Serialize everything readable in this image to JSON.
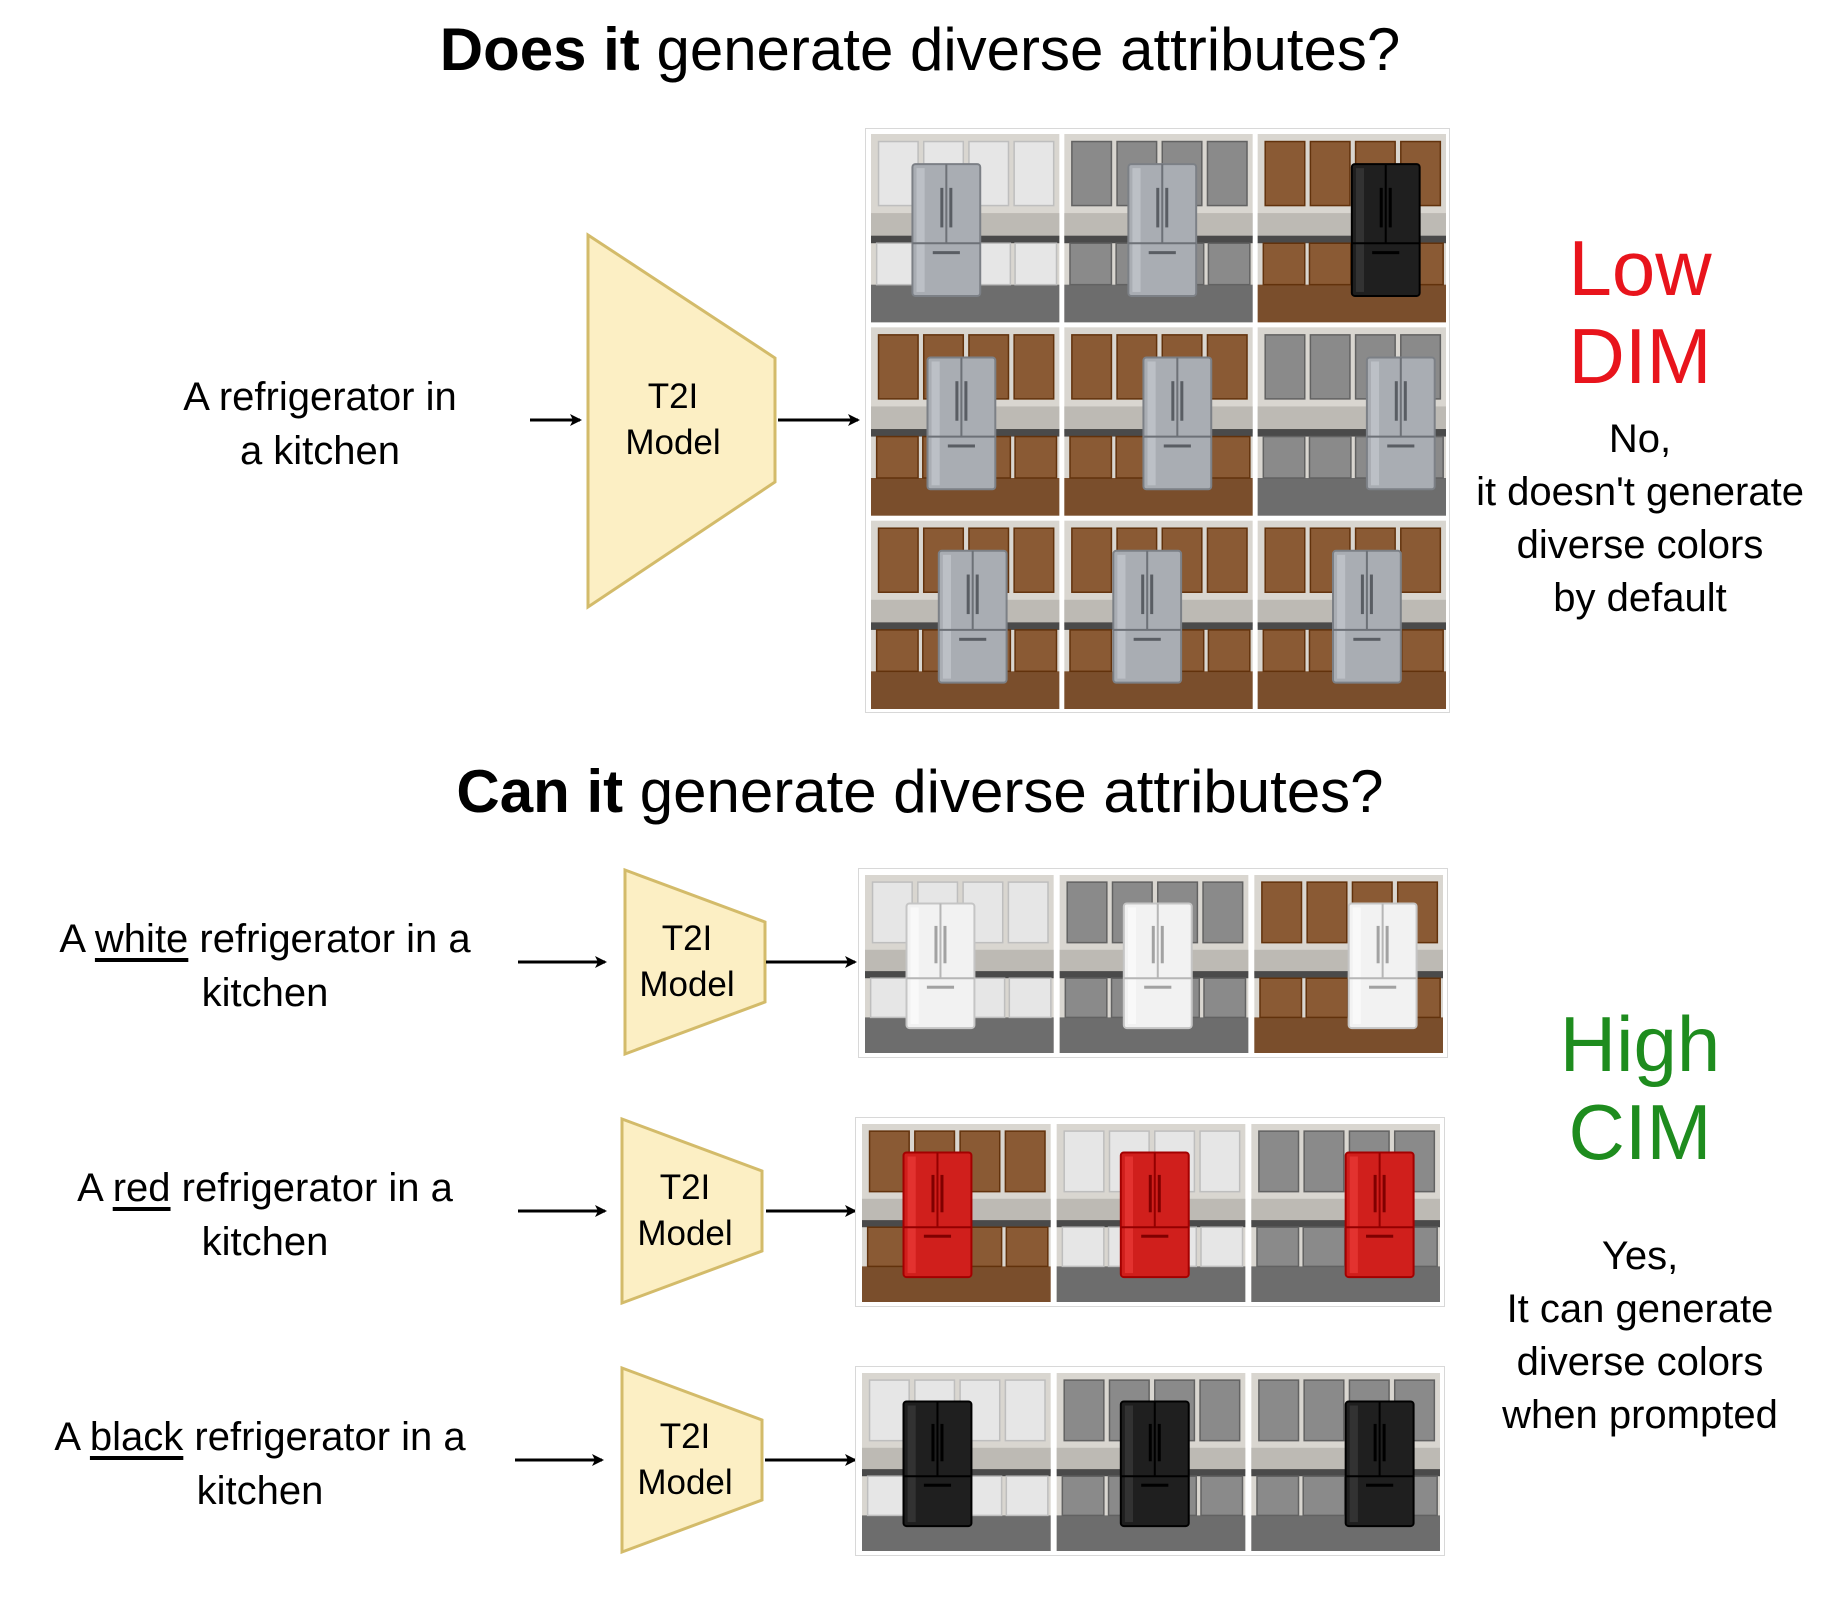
{
  "colors": {
    "low_red": "#e8141c",
    "high_green": "#1e8c1e",
    "model_fill": "#fcefc4",
    "model_stroke": "#d3bb6a",
    "fridge_stainless": "#a9adb3",
    "fridge_white": "#f2f2f2",
    "fridge_red": "#d01f1c",
    "fridge_black": "#1f1f1f",
    "cabinet_wood": "#8a5a34",
    "cabinet_gray": "#8a8a8a",
    "cabinet_white": "#e6e6e6"
  },
  "top": {
    "heading_bold": "Does it",
    "heading_rest": " generate diverse attributes?",
    "prompt_line1": "A refrigerator in",
    "prompt_line2": "a kitchen",
    "model_line1": "T2I",
    "model_line2": "Model",
    "metric_word1": "Low",
    "metric_word2": "DIM",
    "note_lines": [
      "No,",
      "it doesn't generate",
      "diverse colors",
      "by default"
    ]
  },
  "bottom": {
    "heading_bold": "Can it",
    "heading_rest": " generate diverse attributes?",
    "rows": [
      {
        "pre": "A ",
        "attr": "white",
        "post": " refrigerator in a",
        "line2": "kitchen",
        "model_line1": "T2I",
        "model_line2": "Model"
      },
      {
        "pre": "A ",
        "attr": "red",
        "post": " refrigerator in a",
        "line2": "kitchen",
        "model_line1": "T2I",
        "model_line2": "Model"
      },
      {
        "pre": "A ",
        "attr": "black",
        "post": " refrigerator in a",
        "line2": "kitchen",
        "model_line1": "T2I",
        "model_line2": "Model"
      }
    ],
    "metric_word1": "High",
    "metric_word2": "CIM",
    "note_lines": [
      "Yes,",
      "It can generate",
      "diverse colors",
      "when prompted"
    ]
  },
  "images": {
    "top_grid": [
      {
        "fridge": "stainless",
        "cabinet": "white"
      },
      {
        "fridge": "stainless",
        "cabinet": "gray"
      },
      {
        "fridge": "black",
        "cabinet": "wood"
      },
      {
        "fridge": "stainless",
        "cabinet": "wood"
      },
      {
        "fridge": "stainless",
        "cabinet": "wood"
      },
      {
        "fridge": "stainless",
        "cabinet": "gray"
      },
      {
        "fridge": "stainless",
        "cabinet": "wood"
      },
      {
        "fridge": "stainless",
        "cabinet": "wood"
      },
      {
        "fridge": "stainless",
        "cabinet": "wood"
      }
    ],
    "white_row": [
      {
        "fridge": "white",
        "cabinet": "white"
      },
      {
        "fridge": "white",
        "cabinet": "gray"
      },
      {
        "fridge": "white",
        "cabinet": "wood"
      }
    ],
    "red_row": [
      {
        "fridge": "red",
        "cabinet": "wood"
      },
      {
        "fridge": "red",
        "cabinet": "white"
      },
      {
        "fridge": "red",
        "cabinet": "gray"
      }
    ],
    "black_row": [
      {
        "fridge": "black",
        "cabinet": "white"
      },
      {
        "fridge": "black",
        "cabinet": "gray"
      },
      {
        "fridge": "black",
        "cabinet": "gray"
      }
    ]
  }
}
